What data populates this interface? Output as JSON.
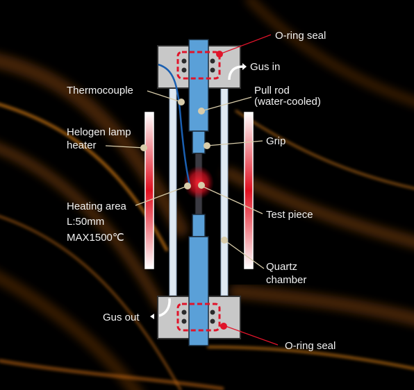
{
  "diagram": {
    "labels": {
      "oring_top": "O-ring seal",
      "gus_in": "Gus in",
      "thermocouple": "Thermocouple",
      "pull_rod_1": "Pull rod",
      "pull_rod_2": "(water-cooled)",
      "heater_1": "Helogen lamp",
      "heater_2": "heater",
      "grip": "Grip",
      "heating_1": "Heating area",
      "heating_2": "L:50mm",
      "heating_3": "MAX1500℃",
      "test_piece": "Test piece",
      "quartz_1": "Quartz",
      "quartz_2": "chamber",
      "gus_out": "Gus out",
      "oring_bottom": "O-ring seal"
    },
    "colors": {
      "background": "#000000",
      "glow": "#e08a1e",
      "block": "#c8c8c8",
      "rod": "#5aa0d8",
      "seal": "#e0142a",
      "pointer_dot": "#d8ccaa",
      "quartz": "#dfe9f2",
      "test_piece": "#3a3a42"
    }
  }
}
